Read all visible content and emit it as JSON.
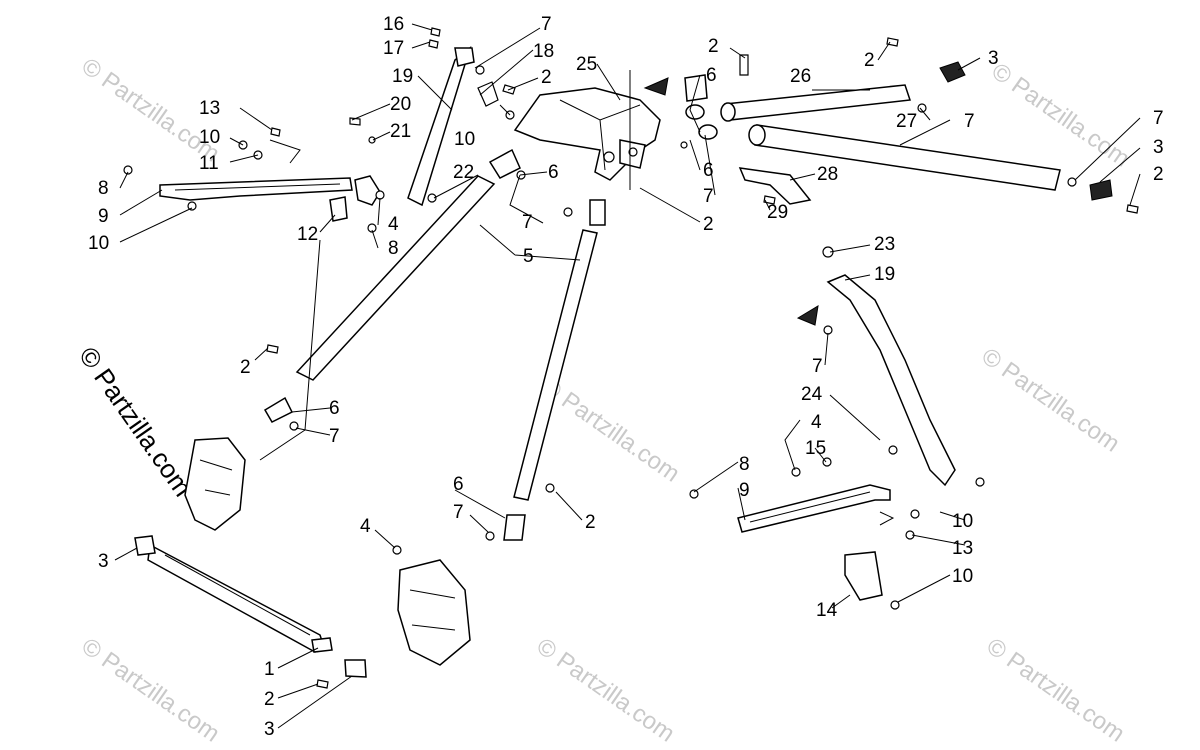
{
  "watermarks": {
    "main": "© Partzilla.com",
    "faint": "© Partzilla.com"
  },
  "callouts": [
    "1",
    "2",
    "3",
    "4",
    "5",
    "6",
    "7",
    "8",
    "9",
    "10",
    "11",
    "12",
    "13",
    "14",
    "15",
    "16",
    "17",
    "18",
    "19",
    "20",
    "21",
    "22",
    "23",
    "24",
    "25",
    "26",
    "27",
    "28",
    "29"
  ],
  "colors": {
    "line": "#000000",
    "watermark": "#c9c9c9",
    "background": "#ffffff"
  }
}
